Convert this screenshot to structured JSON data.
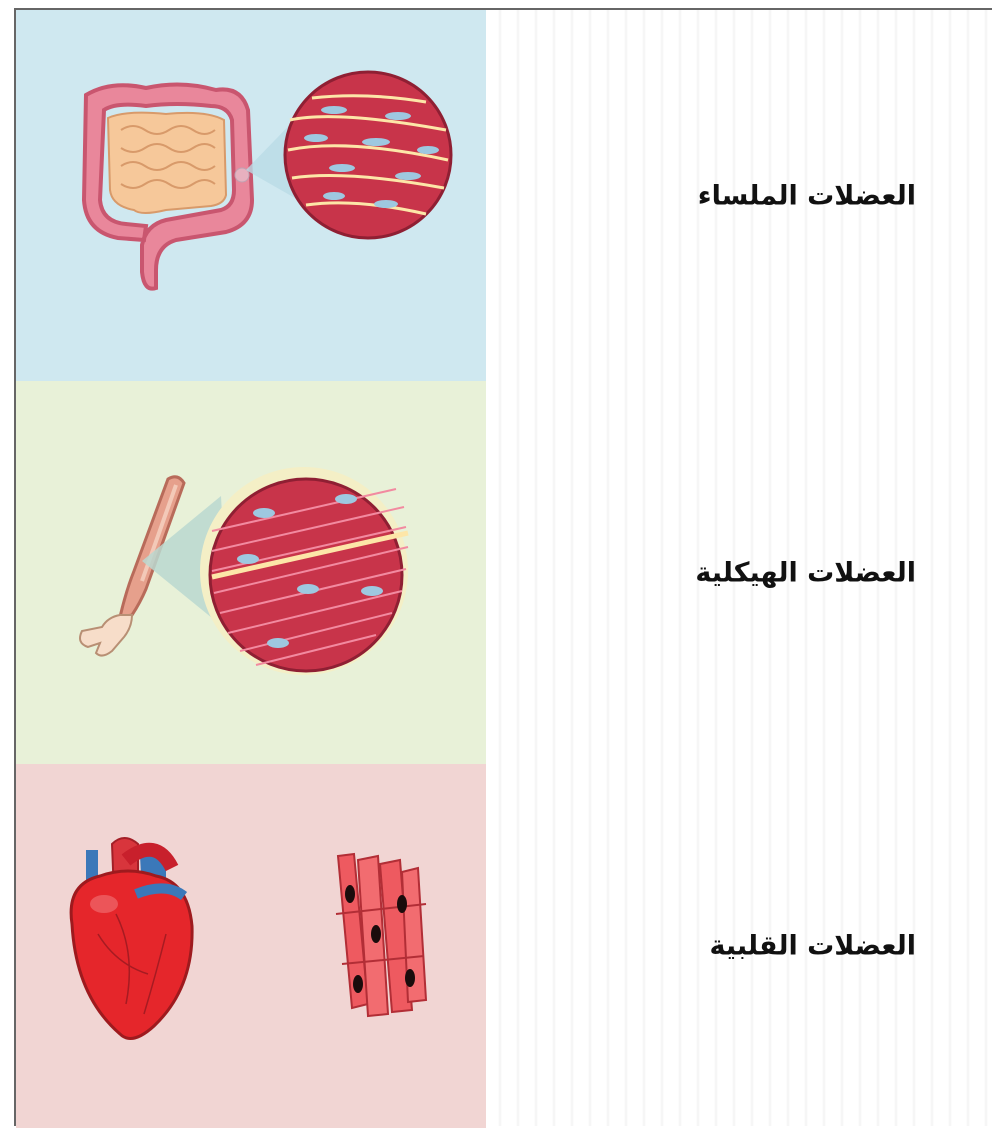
{
  "rows": [
    {
      "label": "العضلات الملساء",
      "organ": "intestine-illustration",
      "tissue": "smooth-muscle-tissue-illustration"
    },
    {
      "label": "العضلات الهيكلية",
      "organ": "arm-illustration",
      "tissue": "skeletal-muscle-tissue-illustration"
    },
    {
      "label": "العضلات القلبية",
      "organ": "heart-illustration",
      "tissue": "cardiac-muscle-tissue-illustration"
    }
  ],
  "colors": {
    "smooth_bg": "#cfe8f0",
    "skeletal_bg": "#e8f1d8",
    "cardiac_bg": "#f1d5d3",
    "muscle_red": "#c8344a",
    "nucleus_blue": "#9ec8e0"
  }
}
